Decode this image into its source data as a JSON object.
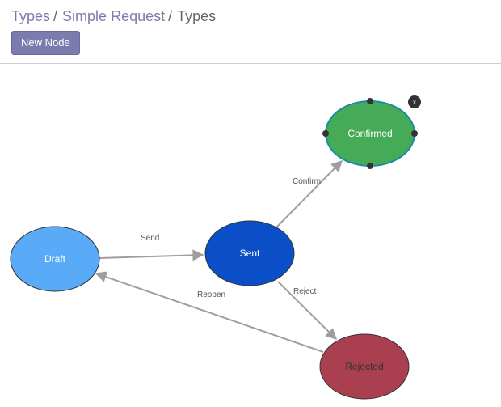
{
  "breadcrumb": {
    "items": [
      {
        "label": "Types"
      },
      {
        "label": "Simple Request"
      }
    ],
    "separator": "/",
    "current": "Types"
  },
  "toolbar": {
    "new_node_label": "New Node"
  },
  "colors": {
    "accent": "#7c7bad",
    "edge": "#9e9e9e",
    "selection": "#1a8aa8"
  },
  "graph": {
    "nodes": {
      "draft": {
        "label": "Draft",
        "fill": "#5aabf7",
        "stroke": "#333333"
      },
      "sent": {
        "label": "Sent",
        "fill": "#0b4fc8",
        "stroke": "#333333"
      },
      "confirmed": {
        "label": "Confirmed",
        "fill": "#46ab56",
        "stroke": "#1a8aa8",
        "selected": true
      },
      "rejected": {
        "label": "Rejected",
        "fill": "#a93f4f",
        "stroke": "#333333"
      }
    },
    "edges": {
      "send": {
        "label": "Send",
        "from": "Draft",
        "to": "Sent"
      },
      "confirm": {
        "label": "Confirm",
        "from": "Sent",
        "to": "Confirmed"
      },
      "reject": {
        "label": "Reject",
        "from": "Sent",
        "to": "Rejected"
      },
      "reopen": {
        "label": "Reopen",
        "from": "Rejected",
        "to": "Draft"
      }
    },
    "close_button_label": "x"
  }
}
